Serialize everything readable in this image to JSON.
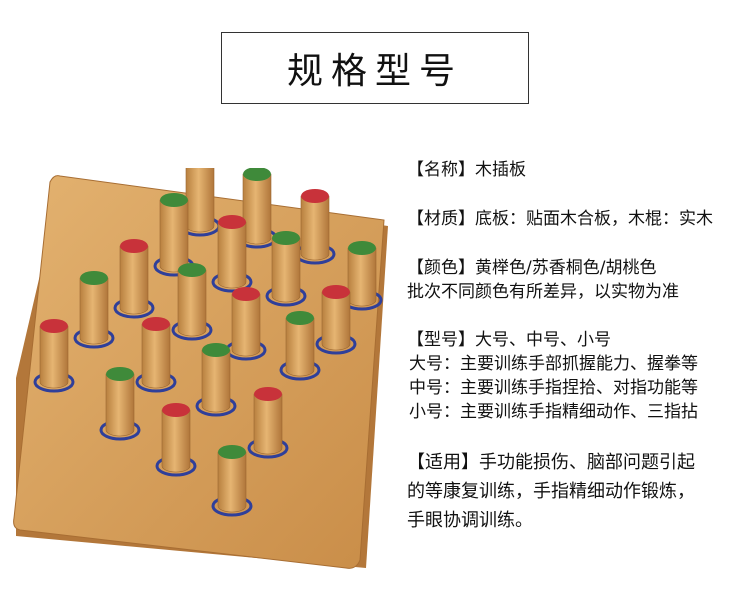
{
  "title": "规格型号",
  "spec": {
    "name_line": "【名称】木插板",
    "material_line": "【材质】底板：贴面木合板，木棍：实木",
    "color_line1": "【颜色】黄榉色/苏香桐色/胡桃色",
    "color_line2": "批次不同颜色有所差异，以实物为准",
    "model_line": "【型号】大号、中号、小号",
    "model_large": "大号：主要训练手部抓握能力、握拳等",
    "model_medium": "中号：主要训练手指捏拾、对指功能等",
    "model_small": "小号：主要训练手指精细动作、三指拈",
    "usage_line1": "【适用】手功能损伤、脑部问题引起",
    "usage_line2": "的等康复训练，手指精细动作锻炼，",
    "usage_line3": "手眼协调训练。"
  },
  "colors": {
    "board": "#d9a35e",
    "board_edge": "#b97a3c",
    "peg_wood": "#d9a05a",
    "cap_red": "#c8323a",
    "cap_green": "#3f8a3a",
    "ring_blue": "#2f3f9a"
  }
}
